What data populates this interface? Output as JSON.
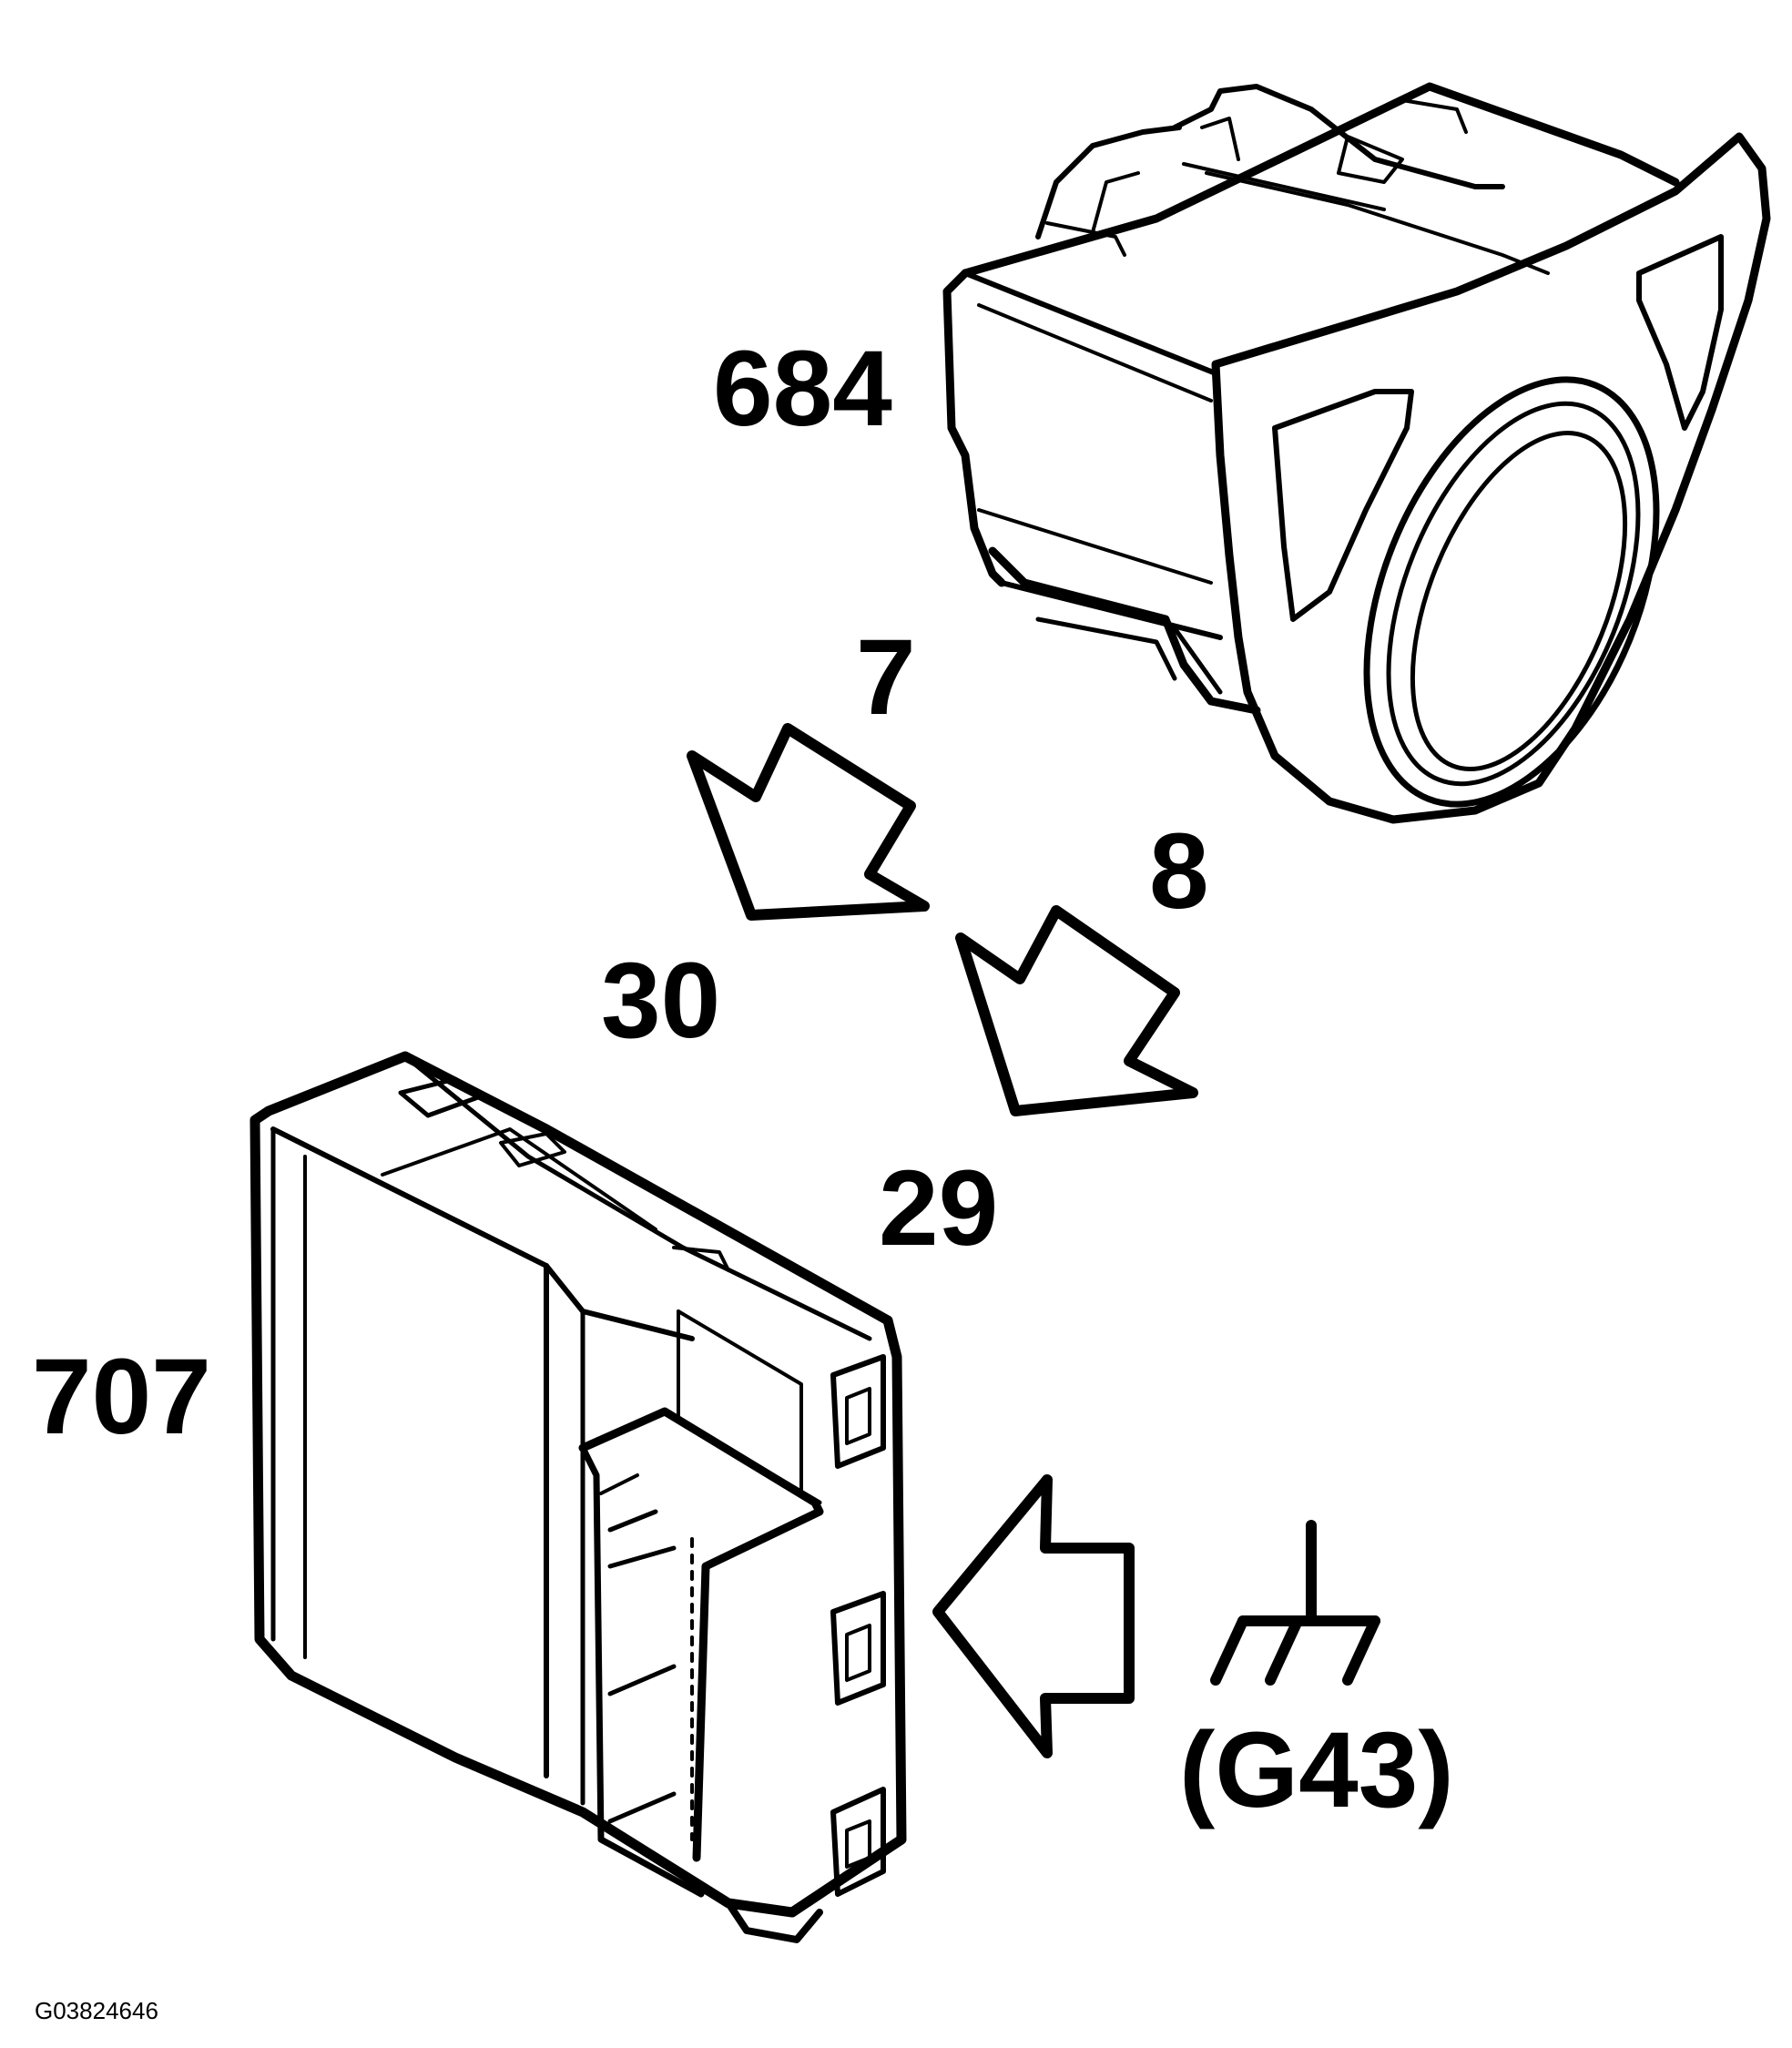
{
  "callouts": {
    "c684": "684",
    "c7": "7",
    "c8": "8",
    "c30": "30",
    "c29": "29",
    "c707": "707"
  },
  "ground": {
    "label": "(G43)"
  },
  "figure_id": "G03824646",
  "colors": {
    "line": "#000000",
    "background": "#ffffff"
  },
  "icons": {
    "ground_symbol": "ground-icon",
    "arrows": [
      "arrow-icon",
      "arrow-icon",
      "arrow-icon"
    ]
  }
}
